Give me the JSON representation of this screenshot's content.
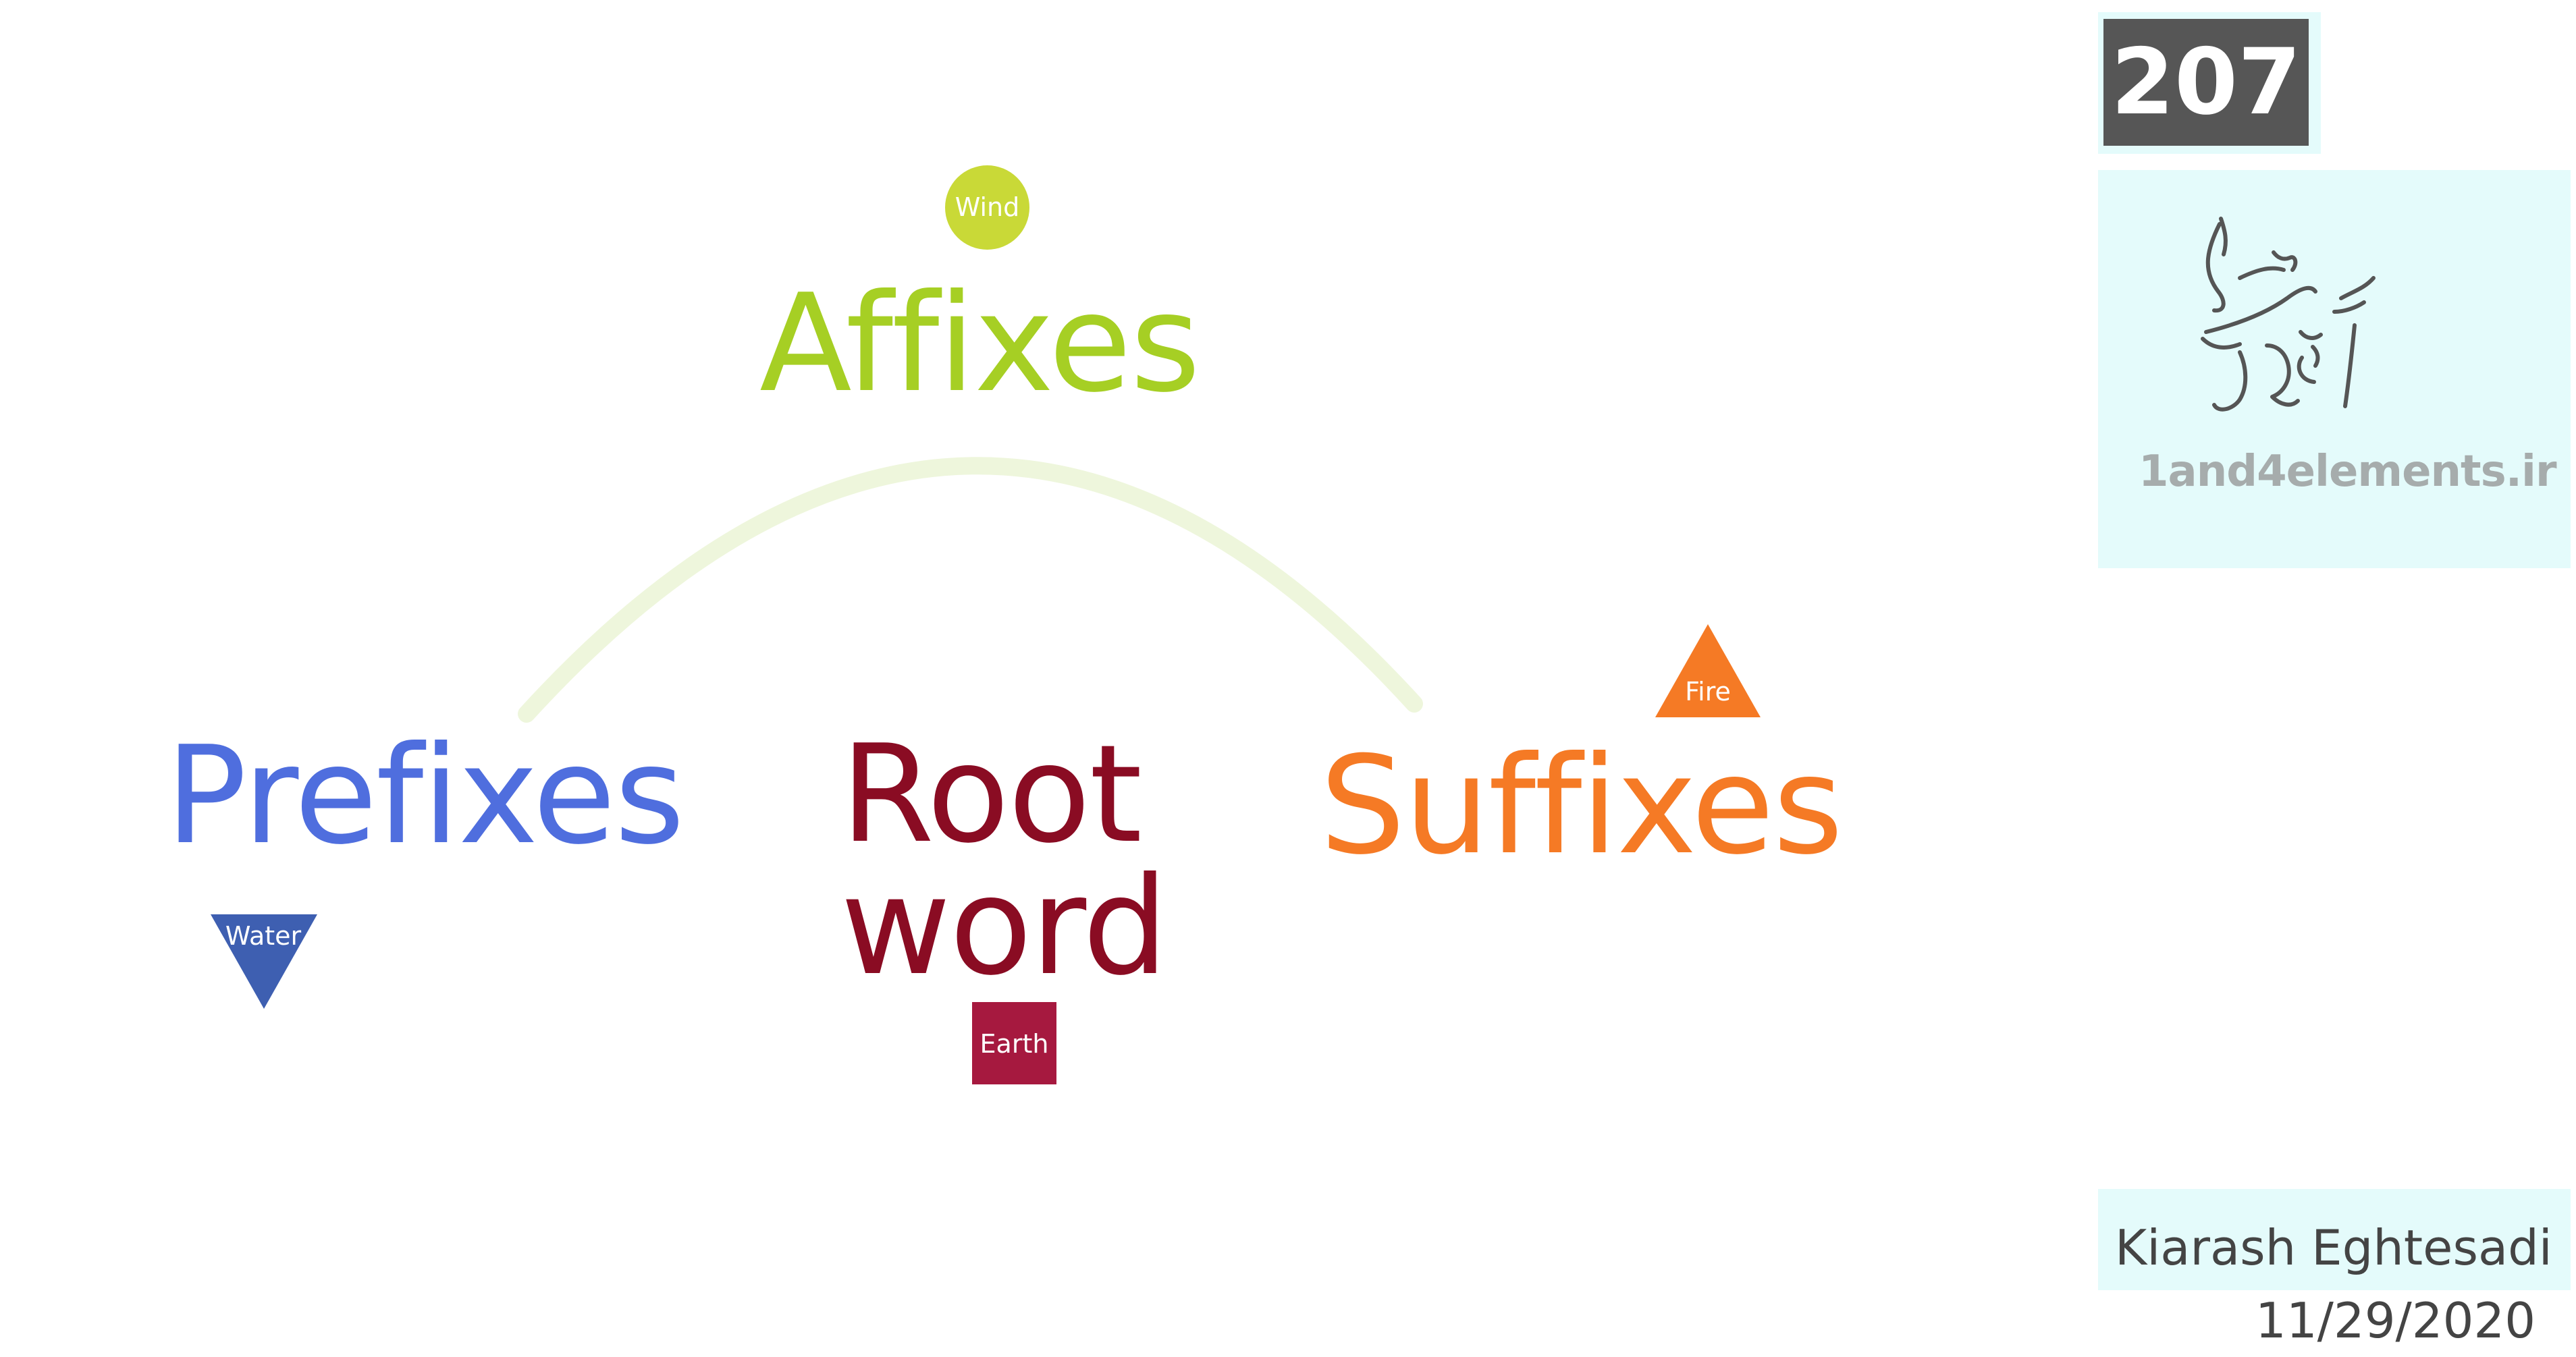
{
  "diagram": {
    "affixes": {
      "label": "Affixes",
      "color": "#a6cf24"
    },
    "prefixes": {
      "label": "Prefixes",
      "color": "#4f6ede"
    },
    "root": {
      "line1": "Root",
      "line2": "word",
      "color": "#8a0c23"
    },
    "suffixes": {
      "label": "Suffixes",
      "color": "#f57a25"
    },
    "arc_color": "#eef6dc"
  },
  "elements": {
    "wind": {
      "label": "Wind",
      "color": "#c9d937",
      "shape": "circle"
    },
    "water": {
      "label": "Water",
      "color": "#3e5fb1",
      "shape": "triangle-down"
    },
    "earth": {
      "label": "Earth",
      "color": "#a6193f",
      "shape": "square"
    },
    "fire": {
      "label": "Fire",
      "color": "#f57a25",
      "shape": "triangle-up"
    }
  },
  "header": {
    "number": "207"
  },
  "brand": {
    "site": "1and4elements.ir",
    "logo_icon": "calligraphy-logo-icon"
  },
  "footer": {
    "author": "Kiarash Eghtesadi",
    "date": "11/29/2020"
  }
}
